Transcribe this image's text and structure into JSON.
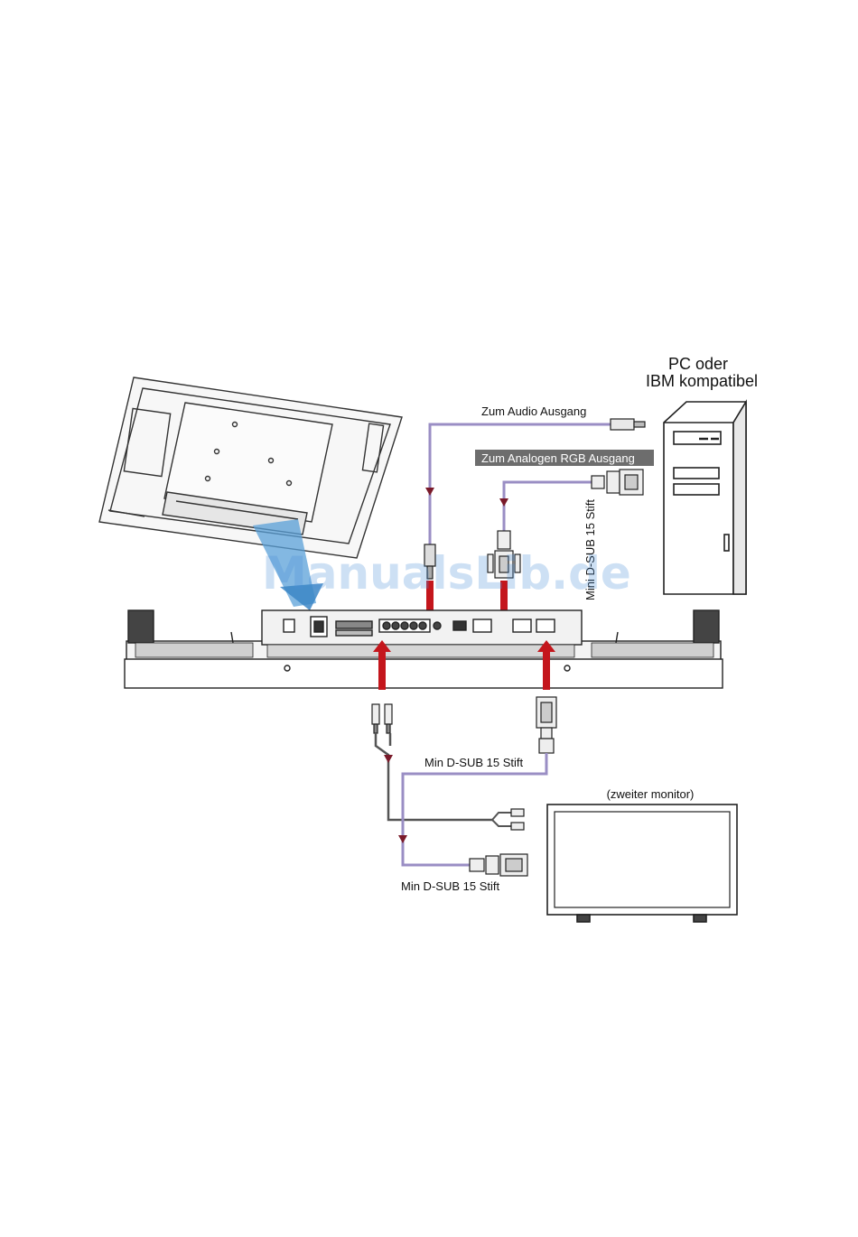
{
  "labels": {
    "pc_title_line1": "PC oder",
    "pc_title_line2": "IBM kompatibel",
    "audio_out": "Zum Audio Ausgang",
    "rgb_out": "Zum Analogen RGB Ausgang",
    "dsub_vertical": "Mini D-SUB 15 Stift",
    "dsub_mid": "Min D-SUB 15 Stift",
    "dsub_bottom": "Min D-SUB 15 Stift",
    "second_monitor": "(zweiter monitor)"
  },
  "watermark": "ManualsLib.de",
  "colors": {
    "cable_purple": "#9a8ec4",
    "cable_dark": "#555555",
    "arrow_red": "#c4161c",
    "label_box": "#6d6d6d",
    "outline": "#333333",
    "watermark": "#4a90d9"
  },
  "icons": [
    "monitor-back-illustration",
    "pc-tower-icon",
    "audio-plug-icon",
    "vga-plug-icon",
    "rca-plug-icon",
    "second-monitor-icon"
  ]
}
